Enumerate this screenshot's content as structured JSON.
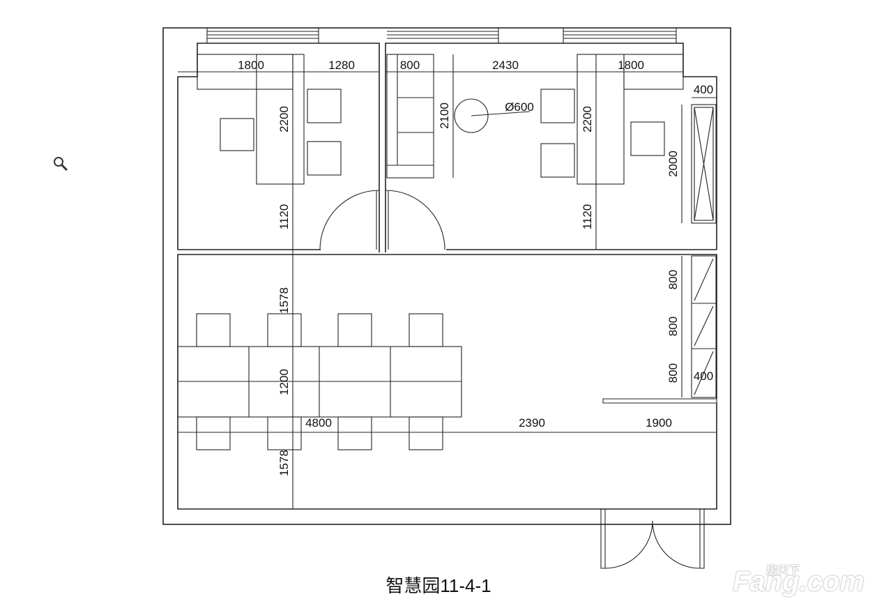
{
  "caption": "智慧园11-4-1",
  "watermark": {
    "brand": "Fang.com",
    "brand_cn": "房天下"
  },
  "toolbar": {
    "zoom_icon": "magnifier-icon"
  },
  "dimensions": {
    "top_left_desk": "1800",
    "top_left_gap": "1280",
    "sofa_width": "800",
    "meeting_span": "2430",
    "top_right_desk": "1800",
    "wardrobe_depth": "400",
    "left_desk_length": "2200",
    "sofa_length": "2100",
    "round_table": "Ø600",
    "right_desk_length": "2200",
    "wardrobe_length": "2000",
    "left_room_clearance": "1120",
    "right_room_clearance": "1120",
    "lower_top_clearance": "1578",
    "table_depth": "1200",
    "lower_bottom_clearance": "1578",
    "table_length": "4800",
    "middle_span": "2390",
    "right_span": "1900",
    "shelf_1": "800",
    "shelf_2": "800",
    "shelf_3": "800",
    "shelf_depth": "400"
  }
}
